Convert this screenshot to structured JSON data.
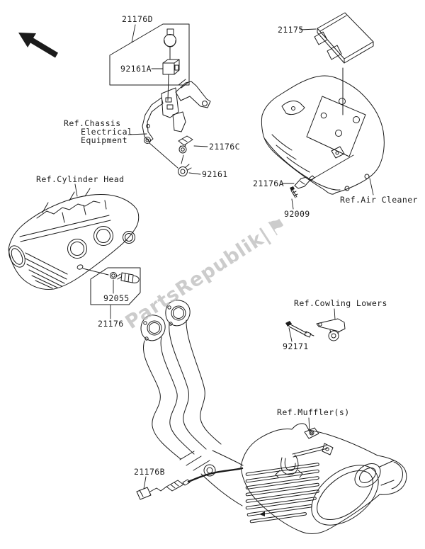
{
  "diagram": {
    "watermark_text": "PartsRepublik|",
    "watermark_flag_glyph": "⚑",
    "labels": {
      "p21176d": "21176D",
      "p92161a": "92161A",
      "ref_chassis_line1": "Ref.Chassis",
      "ref_chassis_line2": "Electrical",
      "ref_chassis_line3": "Equipment",
      "p21176c": "21176C",
      "p92161": "92161",
      "p21175": "21175",
      "ref_air_cleaner": "Ref.Air Cleaner",
      "p21176a": "21176A",
      "p92009": "92009",
      "ref_cylinder_head": "Ref.Cylinder Head",
      "p92055": "92055",
      "p21176": "21176",
      "ref_cowling_lowers": "Ref.Cowling Lowers",
      "p92171": "92171",
      "ref_mufflers": "Ref.Muffler(s)",
      "p21176b": "21176B"
    },
    "colors": {
      "line": "#1b1b1b",
      "background": "#ffffff",
      "watermark": "#c0c0c0"
    }
  }
}
